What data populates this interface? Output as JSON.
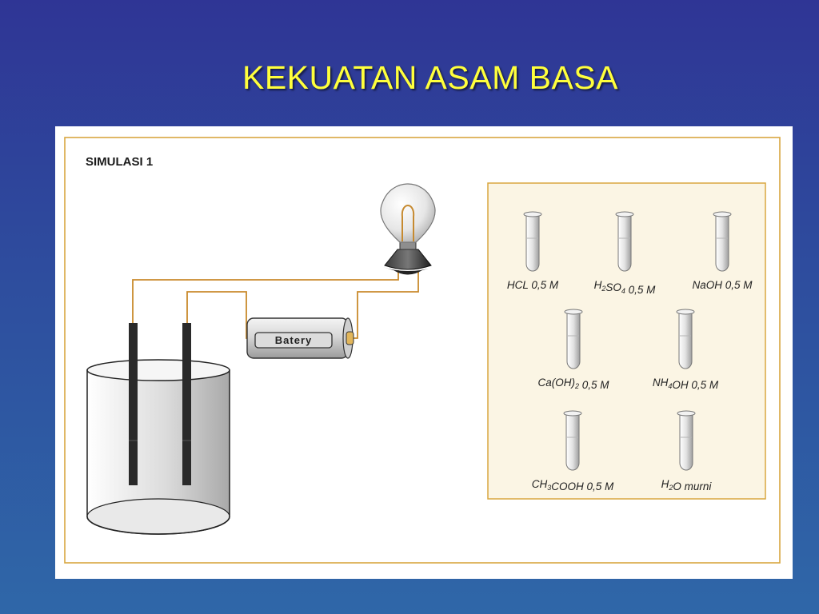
{
  "slide": {
    "title": "KEKUATAN ASAM BASA"
  },
  "simulation": {
    "heading": "SIMULASI 1",
    "battery_label": "Batery"
  },
  "colors": {
    "title": "#ffff3c",
    "frame_border": "#d9a740",
    "wire": "#c98a2c",
    "tube_panel_bg": "#fbf5e4"
  },
  "icons": [
    "light-bulb-icon",
    "battery-icon",
    "beaker-icon",
    "electrode-icon",
    "test-tube-icon"
  ],
  "test_tubes": [
    {
      "id": "hcl",
      "parts": [
        {
          "t": "HCL 0,5 M"
        }
      ]
    },
    {
      "id": "h2so4",
      "parts": [
        {
          "t": "H"
        },
        {
          "t": "2",
          "sub": true
        },
        {
          "t": "SO"
        },
        {
          "t": "4",
          "sub": true
        },
        {
          "t": " 0,5 M"
        }
      ]
    },
    {
      "id": "naoh",
      "parts": [
        {
          "t": "NaOH 0,5 M"
        }
      ]
    },
    {
      "id": "caoh2",
      "parts": [
        {
          "t": "Ca(OH)"
        },
        {
          "t": "2",
          "sub": true
        },
        {
          "t": " 0,5 M"
        }
      ]
    },
    {
      "id": "nh4oh",
      "parts": [
        {
          "t": "NH"
        },
        {
          "t": "4",
          "sub": true
        },
        {
          "t": "OH 0,5 M"
        }
      ]
    },
    {
      "id": "ch3cooh",
      "parts": [
        {
          "t": "CH"
        },
        {
          "t": "3",
          "sub": true
        },
        {
          "t": "COOH 0,5 M"
        }
      ]
    },
    {
      "id": "h2o",
      "parts": [
        {
          "t": "H"
        },
        {
          "t": "2",
          "sub": true
        },
        {
          "t": "O murni"
        }
      ]
    }
  ]
}
